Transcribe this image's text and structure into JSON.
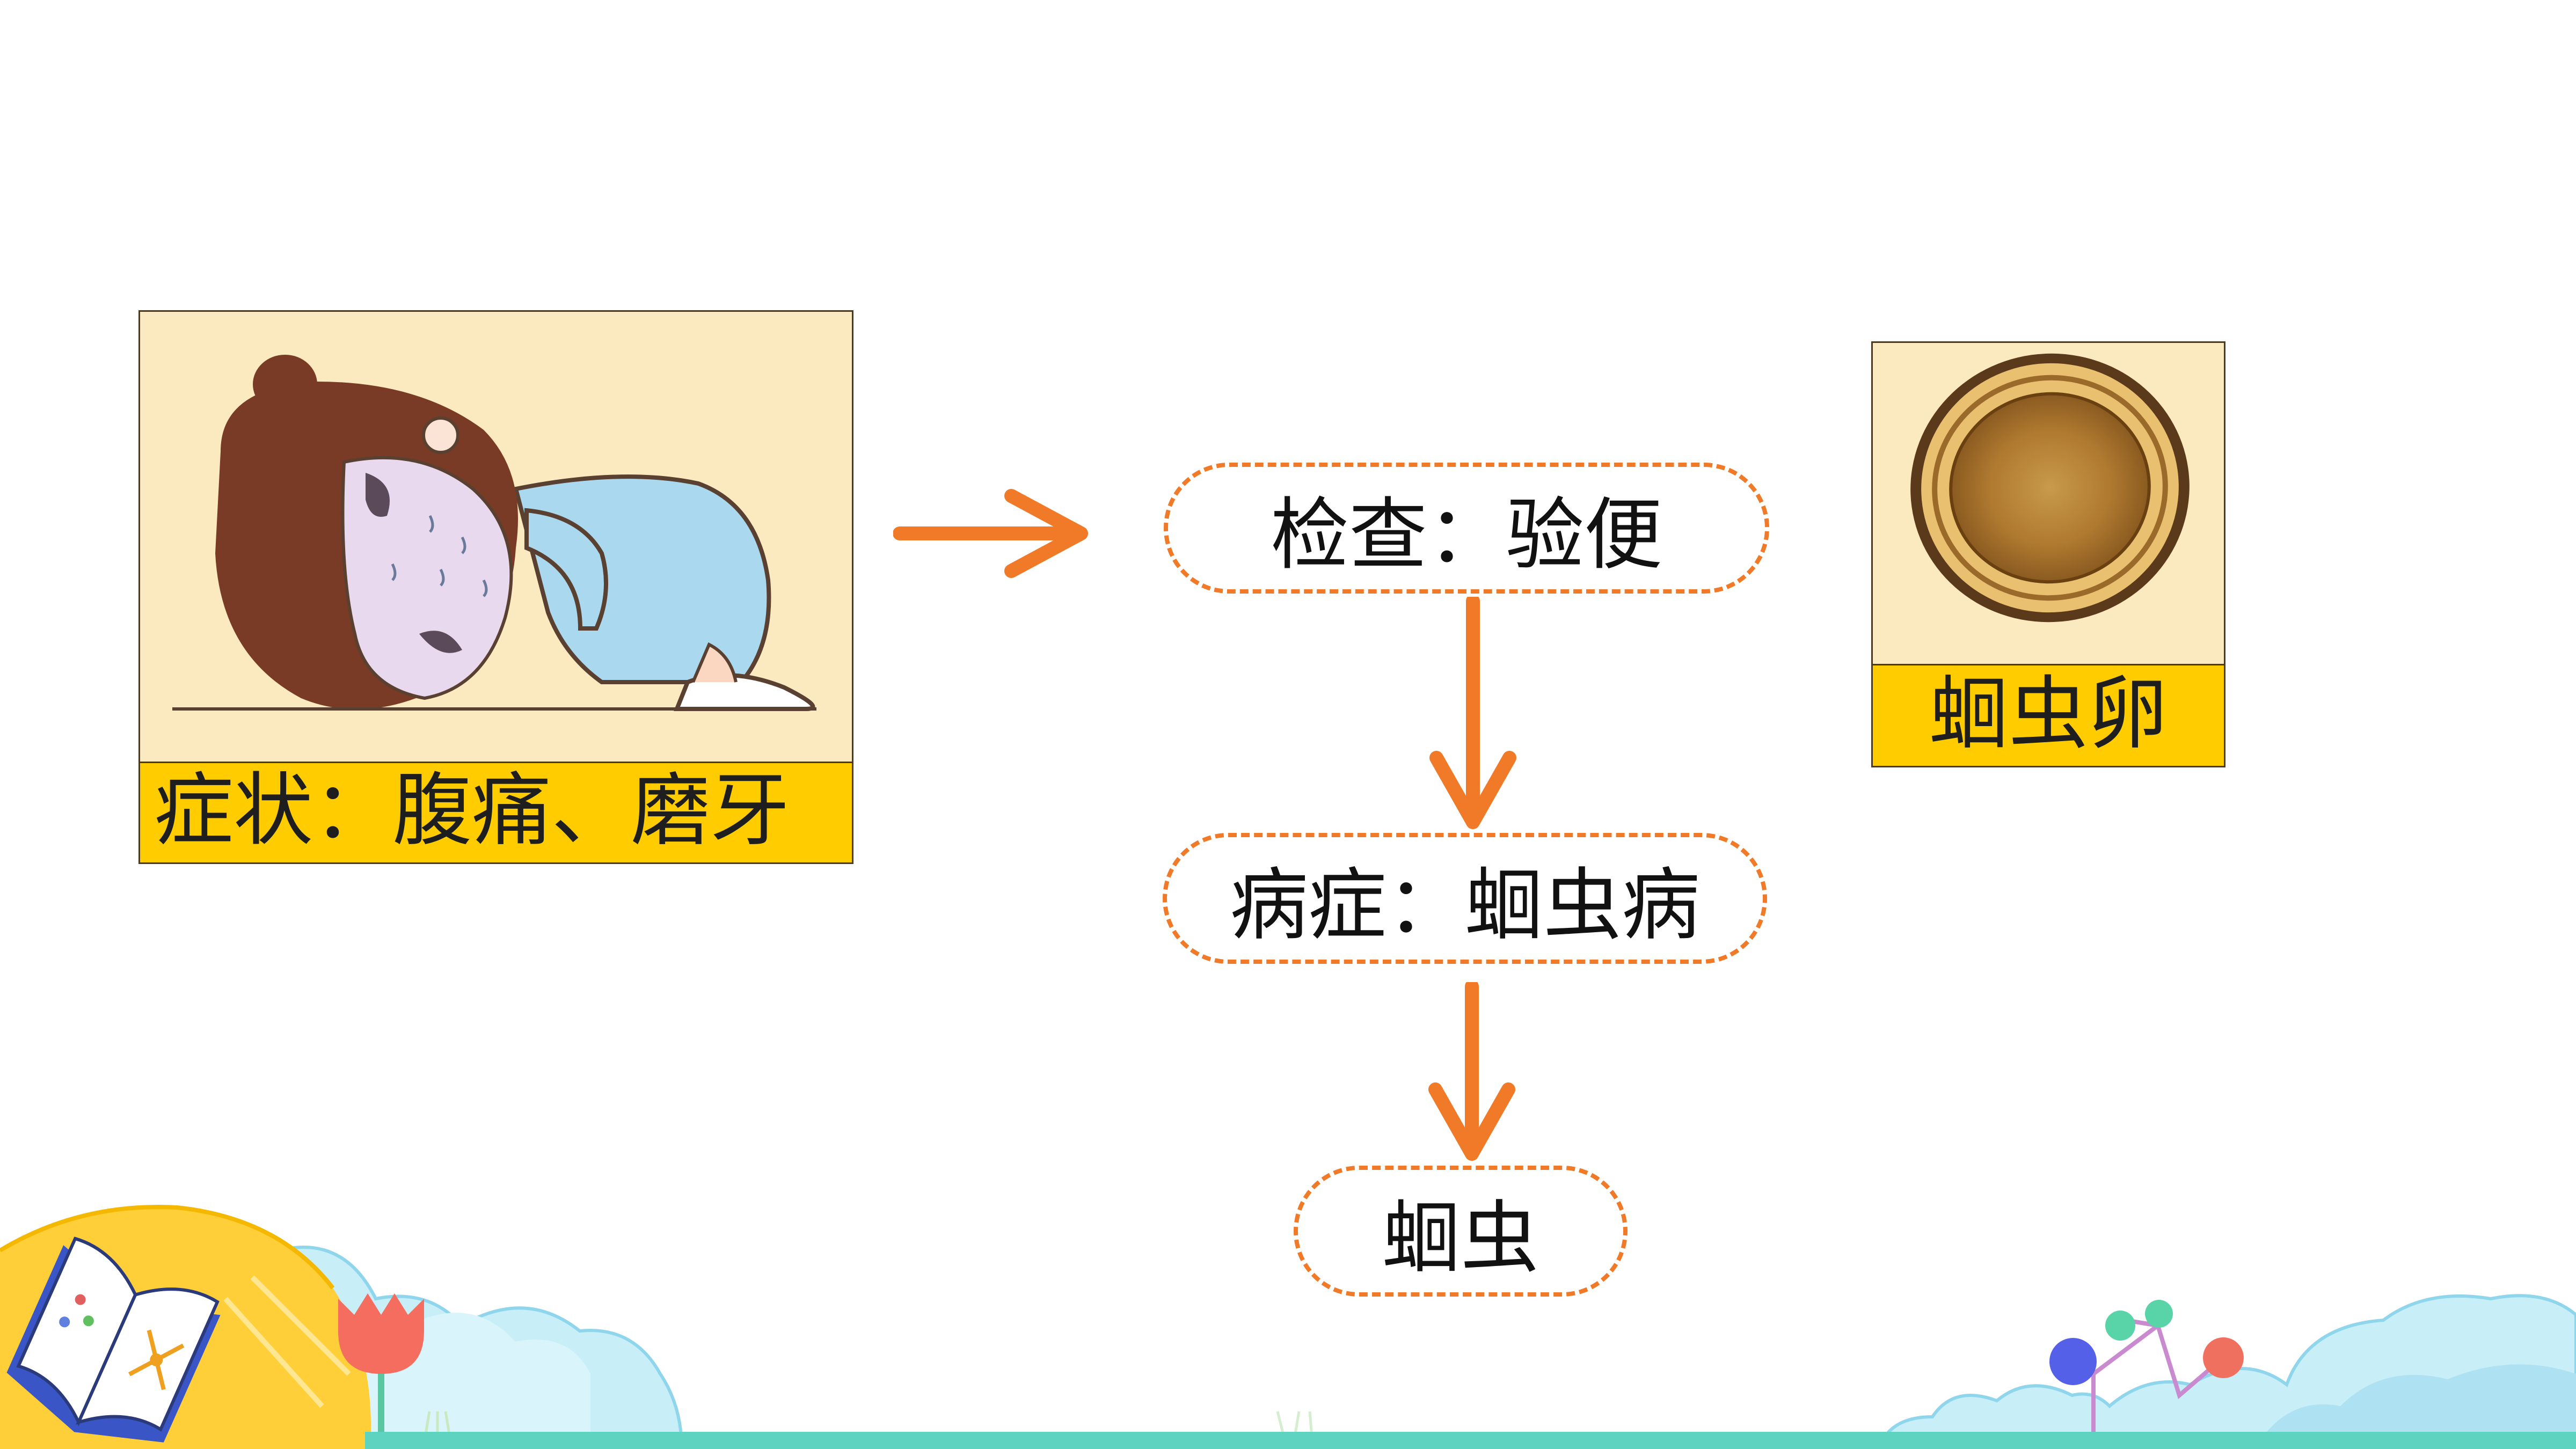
{
  "symptom_card": {
    "caption": "症状：腹痛、磨牙"
  },
  "egg_card": {
    "caption": "蛔虫卵"
  },
  "flow": {
    "node_check": "检查：验便",
    "node_disease": "病症：蛔虫病",
    "node_cause": "蛔虫"
  },
  "colors": {
    "accent_orange": "#f07a28",
    "caption_yellow": "#ffcc00",
    "card_bg": "#fbe9bf",
    "ground_teal": "#5ed3c0",
    "cloud_blue": "#bfeaf7"
  },
  "icons": [
    "open-book-icon",
    "tulip-icon",
    "lollipop-tree-icon"
  ]
}
